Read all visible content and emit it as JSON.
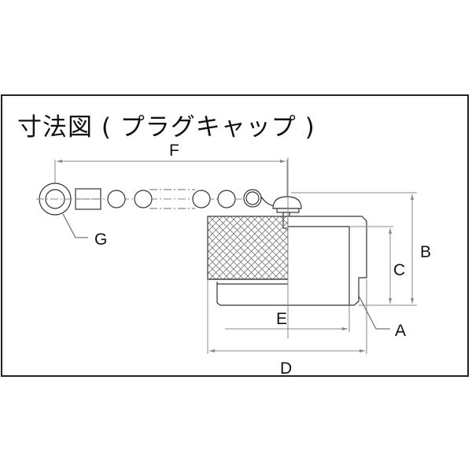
{
  "title": "寸法図 ( プラグキャップ )",
  "labels": {
    "A": "A",
    "B": "B",
    "C": "C",
    "D": "D",
    "E": "E",
    "F": "F",
    "G": "G"
  },
  "colors": {
    "frame": "#222222",
    "outline": "#333333",
    "dimension_line": "#888888",
    "background": "#ffffff"
  }
}
